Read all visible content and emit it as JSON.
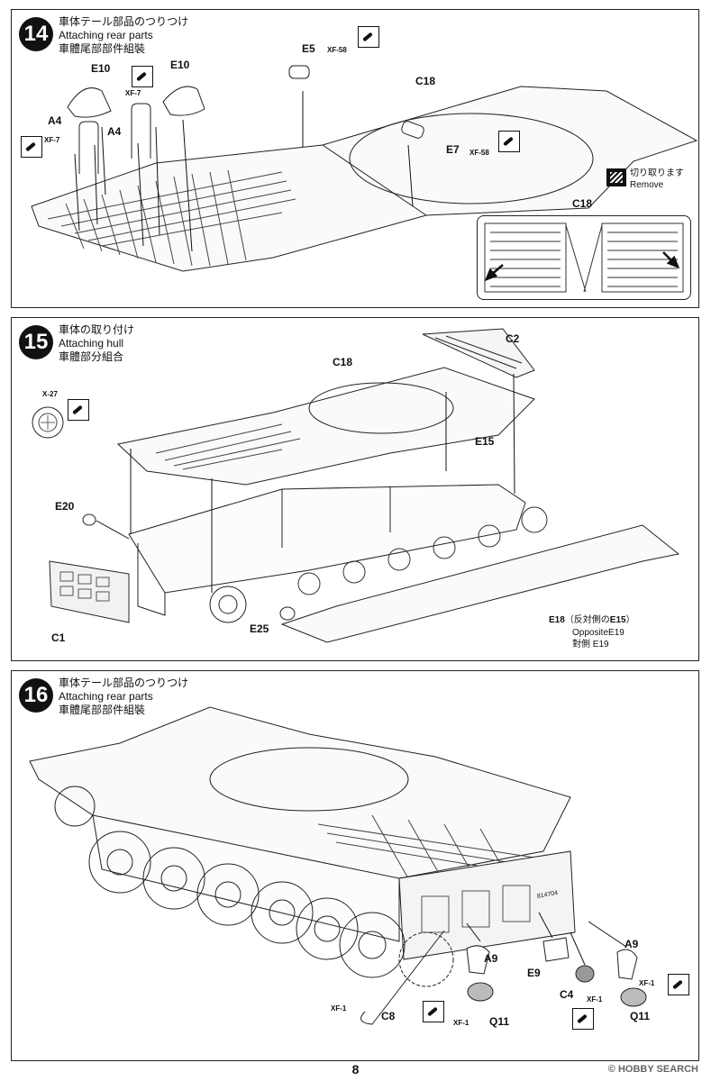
{
  "steps": [
    {
      "number": "14",
      "title_ja": "車体テール部品のつりつけ",
      "title_en": "Attaching rear parts",
      "title_zh": "車體尾部部件組裝",
      "labels": {
        "e10a": "E10",
        "e10b": "E10",
        "a4a": "A4",
        "a4b": "A4",
        "e5": "E5",
        "c18": "C18",
        "e7": "E7",
        "c18b": "C18"
      },
      "paints": {
        "xf7a": "XF-7",
        "xf7b": "XF-7",
        "xf58a": "XF-58",
        "xf58b": "XF-58"
      },
      "remove_ja": "切り取ります",
      "remove_en": "Remove"
    },
    {
      "number": "15",
      "title_ja": "車体の取り付け",
      "title_en": "Attaching hull",
      "title_zh": "車體部分組合",
      "labels": {
        "c2": "C2",
        "c18": "C18",
        "e15": "E15",
        "e20": "E20",
        "c1": "C1",
        "e25": "E25",
        "e18": "E18",
        "e18_note_open": "（反対側の",
        "e18_note_e15": "E15",
        "e18_note_close": "）",
        "opposite": "OppositeE19",
        "opposite_zh": "對側 E19"
      },
      "paints": {
        "x27": "X-27"
      }
    },
    {
      "number": "16",
      "title_ja": "車体テール部品のつりつけ",
      "title_en": "Attaching rear parts",
      "title_zh": "車體尾部部件組裝",
      "labels": {
        "a9a": "A9",
        "a9b": "A9",
        "e9": "E9",
        "c4": "C4",
        "c8": "C8",
        "q11a": "Q11",
        "q11b": "Q11",
        "plate": "814704"
      },
      "paints": {
        "xf1a": "XF-1",
        "xf1b": "XF-1",
        "xf1c": "XF-1",
        "xf1d": "XF-1"
      }
    }
  ],
  "page_number": "8",
  "watermark": "© HOBBY SEARCH"
}
